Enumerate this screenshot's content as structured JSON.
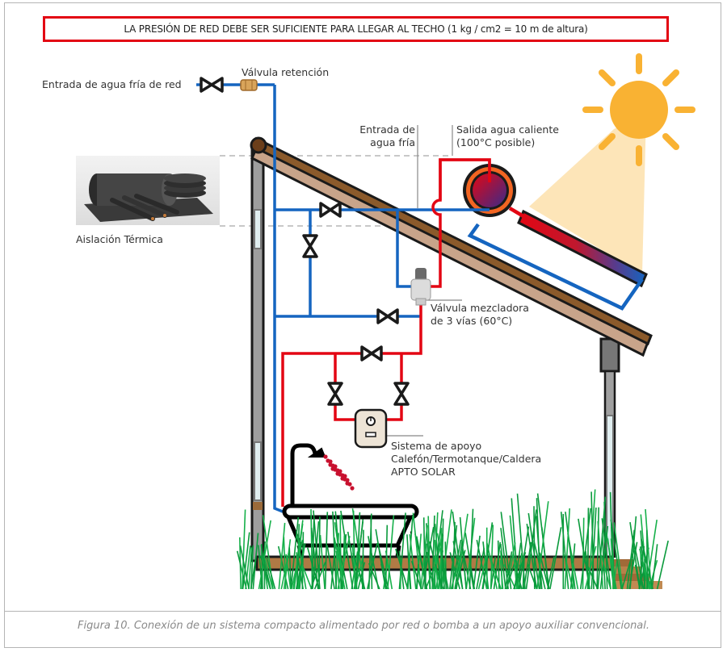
{
  "banner": {
    "text": "LA PRESIÓN DE RED DEBE SER SUFICIENTE PARA LLEGAR AL TECHO (1 kg / cm2 = 10 m de altura)",
    "border_color": "#e30613"
  },
  "labels": {
    "cold_inlet": "Entrada de agua fría de red",
    "check_valve": "Válvula retención",
    "cold_water_entry_line1": "Entrada de",
    "cold_water_entry_line2": "agua fría",
    "hot_water_out_line1": "Salida agua caliente",
    "hot_water_out_line2": "(100°C posible)",
    "insulation": "Aislación Térmica",
    "mixing_valve_line1": "Válvula mezcladora",
    "mixing_valve_line2": "de 3 vías (60°C)",
    "backup_line1": "Sistema de apoyo",
    "backup_line2": "Calefón/Termotanque/Caldera",
    "backup_line3": "APTO SOLAR"
  },
  "caption": "Figura 10. Conexión de un sistema compacto alimentado por red o bomba a un apoyo auxiliar convencional.",
  "colors": {
    "cold_pipe": "#1565c0",
    "hot_pipe": "#e30613",
    "sun": "#f9b233",
    "sun_beam": "#fde5b8",
    "roof_wood": "#8b5a2b",
    "grass": "#0a9a3c"
  },
  "icons": [
    "sun-icon",
    "gate-valve-icon",
    "check-valve-icon",
    "solar-tank-icon",
    "solar-collector-icon",
    "mixing-valve-icon",
    "water-heater-icon",
    "shower-icon",
    "bathtub-icon",
    "insulation-photo"
  ]
}
